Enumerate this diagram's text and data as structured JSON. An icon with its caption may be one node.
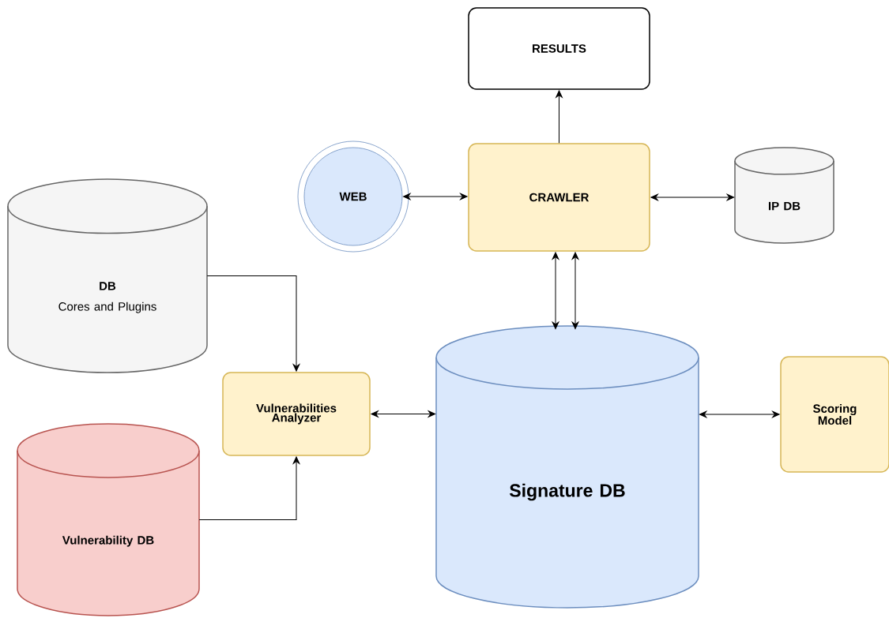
{
  "diagram": {
    "nodes": [
      {
        "text": [
          "RESULTS"
        ]
      },
      {
        "text": [
          "WEB"
        ]
      },
      {
        "text": [
          "CRAWLER"
        ]
      },
      {
        "text": [
          "IP DB"
        ]
      },
      {
        "text": [
          "DB",
          "Cores and Plugins"
        ]
      },
      {
        "text": [
          "Vulnerabilities Analyzer"
        ]
      },
      {
        "text": [
          "Vulnerability DB"
        ]
      },
      {
        "text": [
          "Signature DB"
        ]
      },
      {
        "text": [
          "Scoring Model"
        ]
      }
    ],
    "edges": [
      {
        "from": 2,
        "to": 0,
        "arrow": "to"
      },
      {
        "from": 1,
        "to": 2,
        "arrow": "both"
      },
      {
        "from": 2,
        "to": 3,
        "arrow": "both"
      },
      {
        "from": 2,
        "to": 7,
        "arrow": "both"
      },
      {
        "from": 2,
        "to": 7,
        "arrow": "both"
      },
      {
        "from": 4,
        "to": 5,
        "arrow": "to"
      },
      {
        "from": 6,
        "to": 5,
        "arrow": "to"
      },
      {
        "from": 5,
        "to": 7,
        "arrow": "both"
      },
      {
        "from": 7,
        "to": 8,
        "arrow": "both"
      }
    ]
  }
}
